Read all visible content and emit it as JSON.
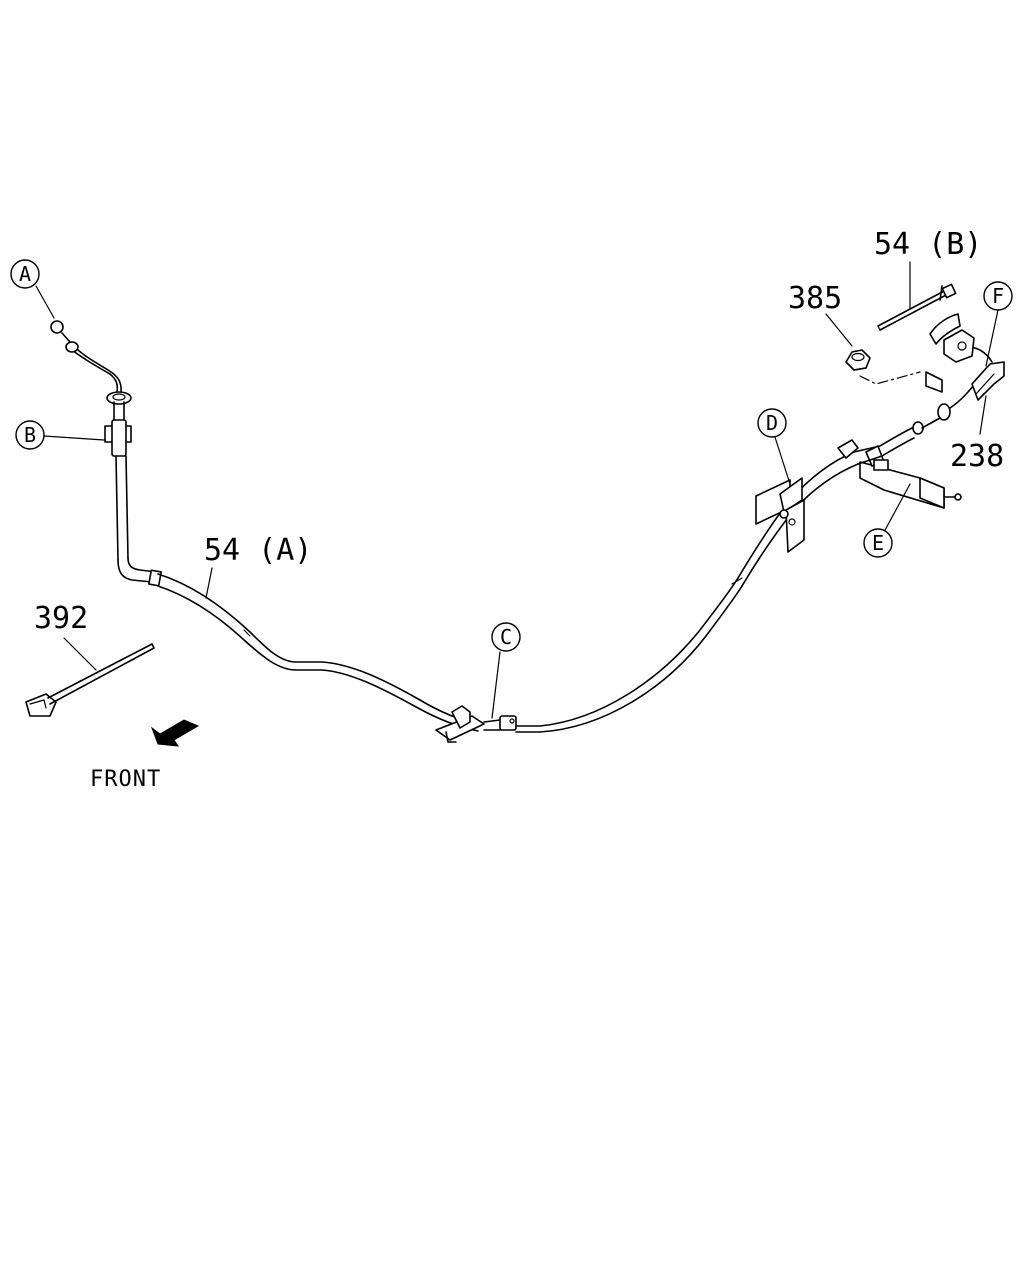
{
  "callouts": {
    "A": "A",
    "B": "B",
    "C": "C",
    "D": "D",
    "E": "E",
    "F": "F"
  },
  "part_labels": {
    "cable_a": "54 (A)",
    "cable_b": "54 (B)",
    "nut": "385",
    "band": "392",
    "equalizer": "238"
  },
  "direction_label": "FRONT"
}
